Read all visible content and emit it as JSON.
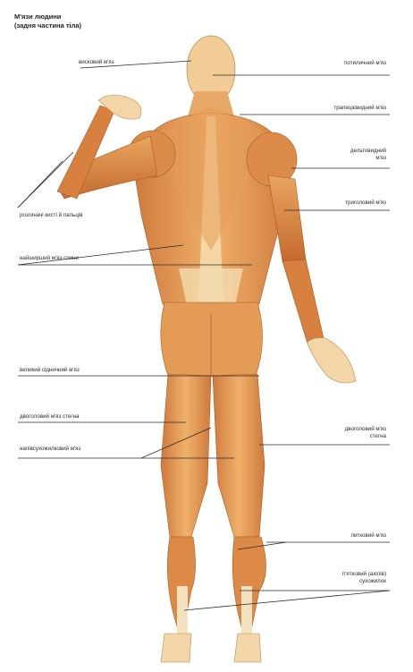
{
  "title": {
    "line1": "М'язи людини",
    "line2": "(задня частина тіла)"
  },
  "labels": {
    "occipital_left": "висковий м'яз",
    "occipital_right": "потиличний м'яз",
    "trapezius": "трапецієвидний м'яз",
    "deltoid_1": "дельтовидний",
    "deltoid_2": "м'яз",
    "triceps": "триголовий м'яз",
    "forearm_extensors": "розгиначі кисті й пальців",
    "latissimus": "найширший м'яз спини",
    "gluteus": "великий сідничний м'яз",
    "biceps_femoris_left": "двоголовий м'яз стегна",
    "semitendinosus": "напівсухожилковий м'яз",
    "biceps_femoris_right_1": "двоголовий м'яз",
    "biceps_femoris_right_2": "стегна",
    "gastrocnemius": "литковий м'яз",
    "achilles_1": "п'ятковий (ахілів)",
    "achilles_2": "сухожилок"
  },
  "colors": {
    "muscle_base": "#e8a15a",
    "muscle_dark": "#c8692e",
    "muscle_light": "#f5cf97",
    "tendon": "#f3e4c2",
    "leader_line": "#2a2a2a",
    "text": "#2a2a2a"
  }
}
